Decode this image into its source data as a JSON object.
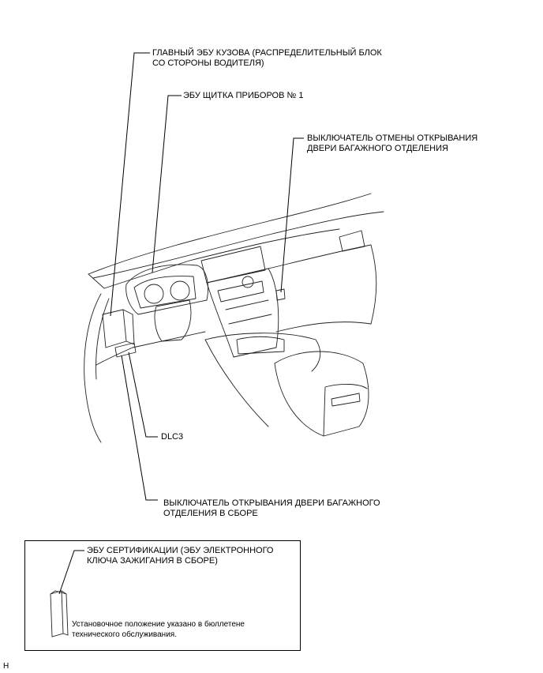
{
  "labels": {
    "main_body_ecu": [
      "ГЛАВНЫЙ ЭБУ КУЗОВА (РАСПРЕДЕЛИТЕЛЬНЫЙ БЛОК",
      "СО СТОРОНЫ ВОДИТЕЛЯ)"
    ],
    "meter_ecu": [
      "ЭБУ ЩИТКА ПРИБОРОВ № 1"
    ],
    "trunk_cancel_switch": [
      "ВЫКЛЮЧАТЕЛЬ ОТМЕНЫ ОТКРЫВАНИЯ",
      "ДВЕРИ БАГАЖНОГО ОТДЕЛЕНИЯ"
    ],
    "dlc3": [
      "DLC3"
    ],
    "trunk_opener_switch": [
      "ВЫКЛЮЧАТЕЛЬ ОТКРЫВАНИЯ ДВЕРИ БАГАЖНОГО",
      "ОТДЕЛЕНИЯ В СБОРЕ"
    ]
  },
  "inset": {
    "certification_ecu": [
      "ЭБУ СЕРТИФИКАЦИИ (ЭБУ ЭЛЕКТРОННОГО",
      "КЛЮЧА ЗАЖИГАНИЯ В СБОРЕ)"
    ],
    "note": [
      "Установочное положение указано в бюллетене",
      "технического обслуживания."
    ]
  },
  "reference_mark": "H"
}
